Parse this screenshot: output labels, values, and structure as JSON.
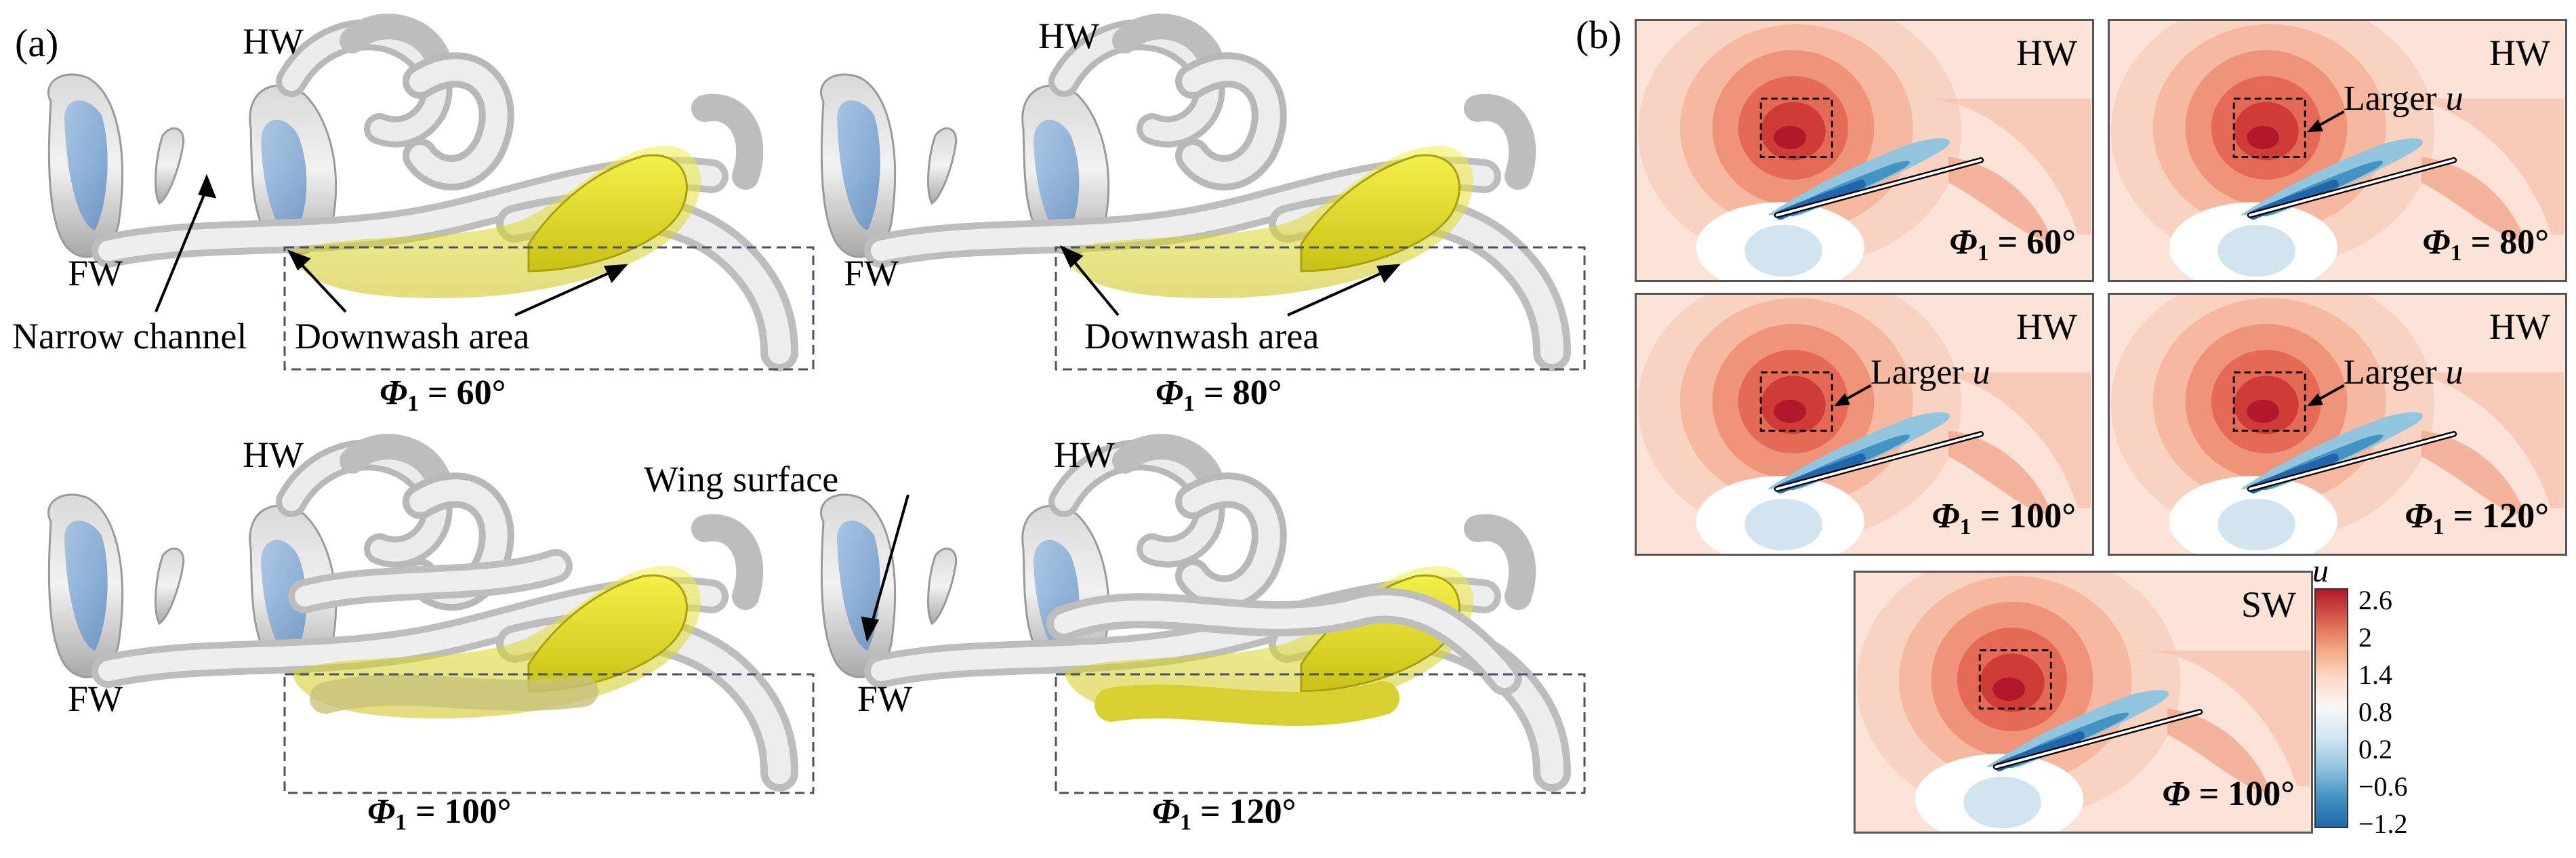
{
  "panel_a": {
    "label": "(a)",
    "views": [
      {
        "phi_symbol": "Φ",
        "phi_sub": "1",
        "phi_value": "= 60°",
        "hw": "HW",
        "fw": "FW",
        "ann1": "Narrow channel",
        "ann2": "Downwash area"
      },
      {
        "phi_symbol": "Φ",
        "phi_sub": "1",
        "phi_value": "= 80°",
        "hw": "HW",
        "fw": "FW",
        "ann2": "Downwash area"
      },
      {
        "phi_symbol": "Φ",
        "phi_sub": "1",
        "phi_value": "= 100°",
        "hw": "HW",
        "fw": "FW",
        "ann1": "Wing surface"
      },
      {
        "phi_symbol": "Φ",
        "phi_sub": "1",
        "phi_value": "= 120°",
        "hw": "HW",
        "fw": "FW"
      }
    ]
  },
  "panel_b": {
    "label": "(b)",
    "fields": [
      {
        "tag": "HW",
        "phi_symbol": "Φ",
        "phi_sub": "1",
        "phi_value": "= 60°"
      },
      {
        "tag": "HW",
        "phi_symbol": "Φ",
        "phi_sub": "1",
        "phi_value": "= 80°",
        "note_text": "Larger ",
        "note_var": "u"
      },
      {
        "tag": "HW",
        "phi_symbol": "Φ",
        "phi_sub": "1",
        "phi_value": "= 100°",
        "note_text": "Larger ",
        "note_var": "u"
      },
      {
        "tag": "HW",
        "phi_symbol": "Φ",
        "phi_sub": "1",
        "phi_value": "= 120°",
        "note_text": "Larger ",
        "note_var": "u"
      },
      {
        "tag": "SW",
        "phi_symbol": "Φ",
        "phi_sub": "",
        "phi_value": "= 100°"
      }
    ],
    "colorbar": {
      "title": "u",
      "ticks": [
        "2.6",
        "2",
        "1.4",
        "0.8",
        "0.2",
        "−0.6",
        "−1.2"
      ],
      "colors": [
        "#b2182b",
        "#d6604d",
        "#f4a582",
        "#fddbc7",
        "#f7f7f7",
        "#d1e5f0",
        "#92c5de",
        "#4393c3",
        "#2166ac"
      ]
    }
  }
}
